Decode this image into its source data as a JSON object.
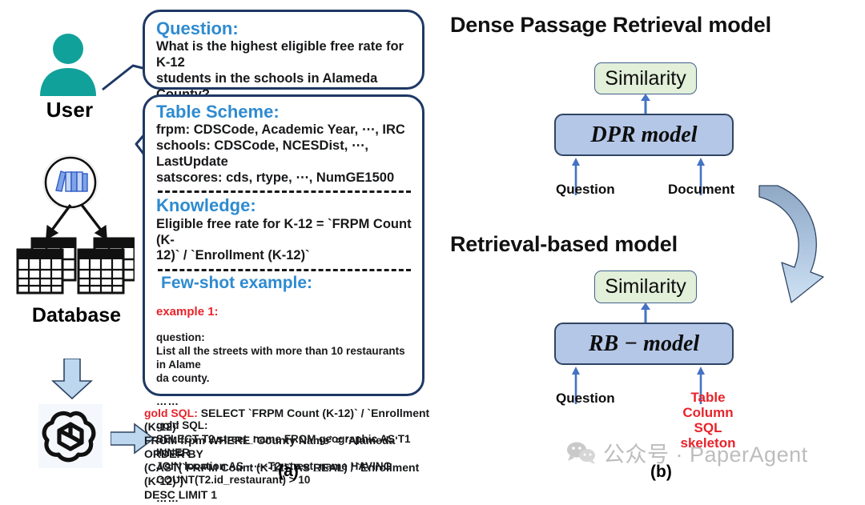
{
  "left_panel": {
    "user_label": "User",
    "database_label": "Database",
    "icons": {
      "user": "user-avatar-icon",
      "books": "books-knowledge-icon",
      "database": "database-tables-icon",
      "llm": "openai-logo-icon",
      "down_arrow": "down-arrow-icon",
      "right_arrow": "right-arrow-icon"
    },
    "question_bubble": {
      "heading": "Question:",
      "line1": "What is the highest eligible free rate for K-12",
      "line2": "students in the schools in Alameda County?"
    },
    "prompt_bubble": {
      "table_scheme": {
        "heading": "Table Scheme:",
        "lines": [
          "frpm: CDSCode, Academic Year, ⋯, IRC",
          "schools: CDSCode, NCESDist, ⋯, LastUpdate",
          "satscores: cds, rtype, ⋯, NumGE1500"
        ]
      },
      "knowledge": {
        "heading": "Knowledge:",
        "lines": [
          "Eligible free rate for K-12 = `FRPM Count (K-",
          "12)` / `Enrollment (K-12)`"
        ]
      },
      "few_shot": {
        "heading": "Few-shot example:",
        "example_label": "example 1:",
        "question_label": "question:",
        "question_lines": [
          "List all the streets with more than 10 restaurants in Alame",
          "da county."
        ],
        "ellipsis1": "……",
        "gold_sql_label": "gold SQL:",
        "gold_sql_lines": [
          "SELECT T2.street_name FROM geographic AS T1 INNER",
          "JOIN location AS ⋯⋯T2.street_name HAVING",
          "COUNT(T2.id_restaurant) > 10"
        ],
        "ellipsis2": "……"
      }
    },
    "gold_sql_output": {
      "label": "gold SQL:",
      "lines": [
        " SELECT `FRPM Count (K-12)` / `Enrollment (K-12)`",
        "FROM frpm WHERE `County Name` = 'Alameda' ORDER BY",
        "(CAST(`FRPM Count (K-12)` AS REAL) / `Enrollment (K-12)`)",
        "DESC LIMIT 1"
      ]
    },
    "subfigure_label": "(a)"
  },
  "right_panel": {
    "dpr": {
      "title": "Dense Passage Retrieval model",
      "similarity": "Similarity",
      "model": "DPR model",
      "input_left": "Question",
      "input_right": "Document"
    },
    "rb": {
      "title": "Retrieval-based model",
      "similarity": "Similarity",
      "model": "RB − model",
      "input_left": "Question",
      "input_right_lines": [
        "Table",
        "Column",
        "SQL skeleton"
      ]
    },
    "curve_arrow": "curved-down-arrow-icon",
    "subfigure_label": "(b)"
  },
  "watermark": {
    "icon": "wechat-icon",
    "text": "公众号 · PaperAgent"
  },
  "colors": {
    "bubble_border": "#1F3864",
    "heading_blue": "#2E8BD0",
    "red": "#E8232A",
    "teal_user": "#10A19A",
    "box_blue": "#B4C7E7",
    "box_green": "#E2EFD9",
    "arrow_blue": "#4472C4",
    "light_arrow": "#BDD7EE",
    "watermark_gray": "#BDBDBD"
  }
}
